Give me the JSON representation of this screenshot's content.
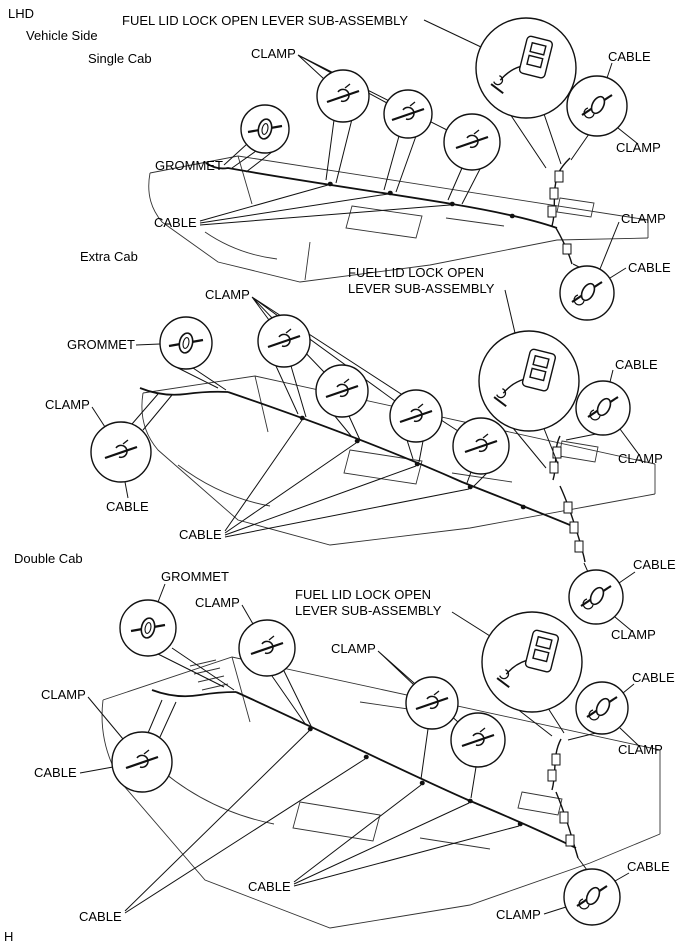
{
  "page": {
    "drive_label": "LHD",
    "side_label": "Vehicle Side",
    "footer_mark": "H"
  },
  "sections": [
    {
      "title": "Single Cab",
      "labels": {
        "assembly": "FUEL LID LOCK OPEN LEVER SUB-ASSEMBLY",
        "clamp_top": "CLAMP",
        "cable_right_top": "CABLE",
        "grommet": "GROMMET",
        "clamp_right_1": "CLAMP",
        "cable_left": "CABLE",
        "clamp_right_2": "CLAMP",
        "cable_right_2": "CABLE"
      }
    },
    {
      "title": "Extra Cab",
      "labels": {
        "assembly_line1": "FUEL LID LOCK OPEN",
        "assembly_line2": "LEVER SUB-ASSEMBLY",
        "clamp_top": "CLAMP",
        "grommet": "GROMMET",
        "cable_right_1": "CABLE",
        "clamp_left": "CLAMP",
        "clamp_right_1": "CLAMP",
        "cable_left": "CABLE",
        "cable_bottom": "CABLE",
        "cable_right_2": "CABLE",
        "clamp_right_2": "CLAMP"
      }
    },
    {
      "title": "Double Cab",
      "labels": {
        "grommet": "GROMMET",
        "clamp_top": "CLAMP",
        "assembly_line1": "FUEL LID LOCK OPEN",
        "assembly_line2": "LEVER SUB-ASSEMBLY",
        "clamp_mid": "CLAMP",
        "cable_right_1": "CABLE",
        "clamp_left": "CLAMP",
        "clamp_right_1": "CLAMP",
        "cable_left": "CABLE",
        "cable_right_2": "CABLE",
        "cable_bottom_mid": "CABLE",
        "clamp_bottom_right": "CLAMP",
        "cable_bottom_left": "CABLE"
      }
    }
  ]
}
